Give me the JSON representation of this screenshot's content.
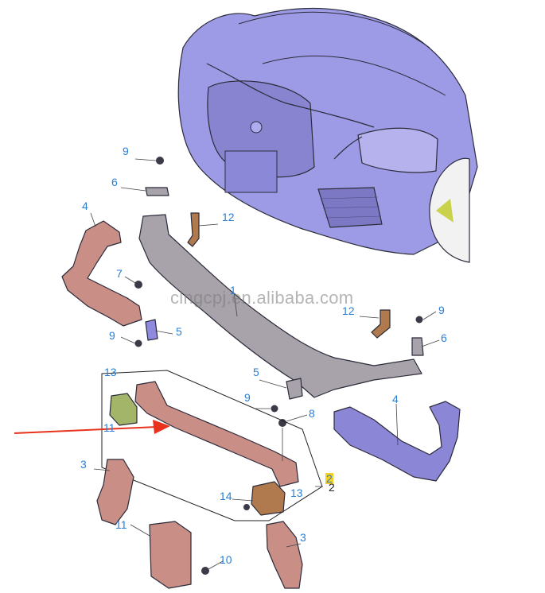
{
  "watermark": "clngcpj.en.alibaba.com",
  "colors": {
    "car_body": "#9e9be6",
    "parts_pink": "#c98e86",
    "parts_gray": "#a8a2ab",
    "parts_purple": "#8c86d6",
    "bracket_brown": "#b07a4e",
    "bracket_green": "#a3b568",
    "callout_blue": "#2a7fd4",
    "arrow_red": "#e8321e",
    "highlight_yellow": "#f5d020"
  },
  "callouts": {
    "c9_top": "9",
    "c6_top": "6",
    "c4_left": "4",
    "c12_top": "12",
    "c7": "7",
    "c1": "1",
    "c9_mid": "9",
    "c5_mid": "5",
    "c12_right": "12",
    "c9_right": "9",
    "c6_right": "6",
    "c13_top": "13",
    "c5_center": "5",
    "c9_center": "9",
    "c8": "8",
    "c4_right": "4",
    "c11_upper": "11",
    "c2_highlight": "2",
    "c2_dark": "2",
    "c3_left": "3",
    "c14": "14",
    "c13_lower": "13",
    "c11_lower": "11",
    "c3_right": "3",
    "c10": "10"
  }
}
